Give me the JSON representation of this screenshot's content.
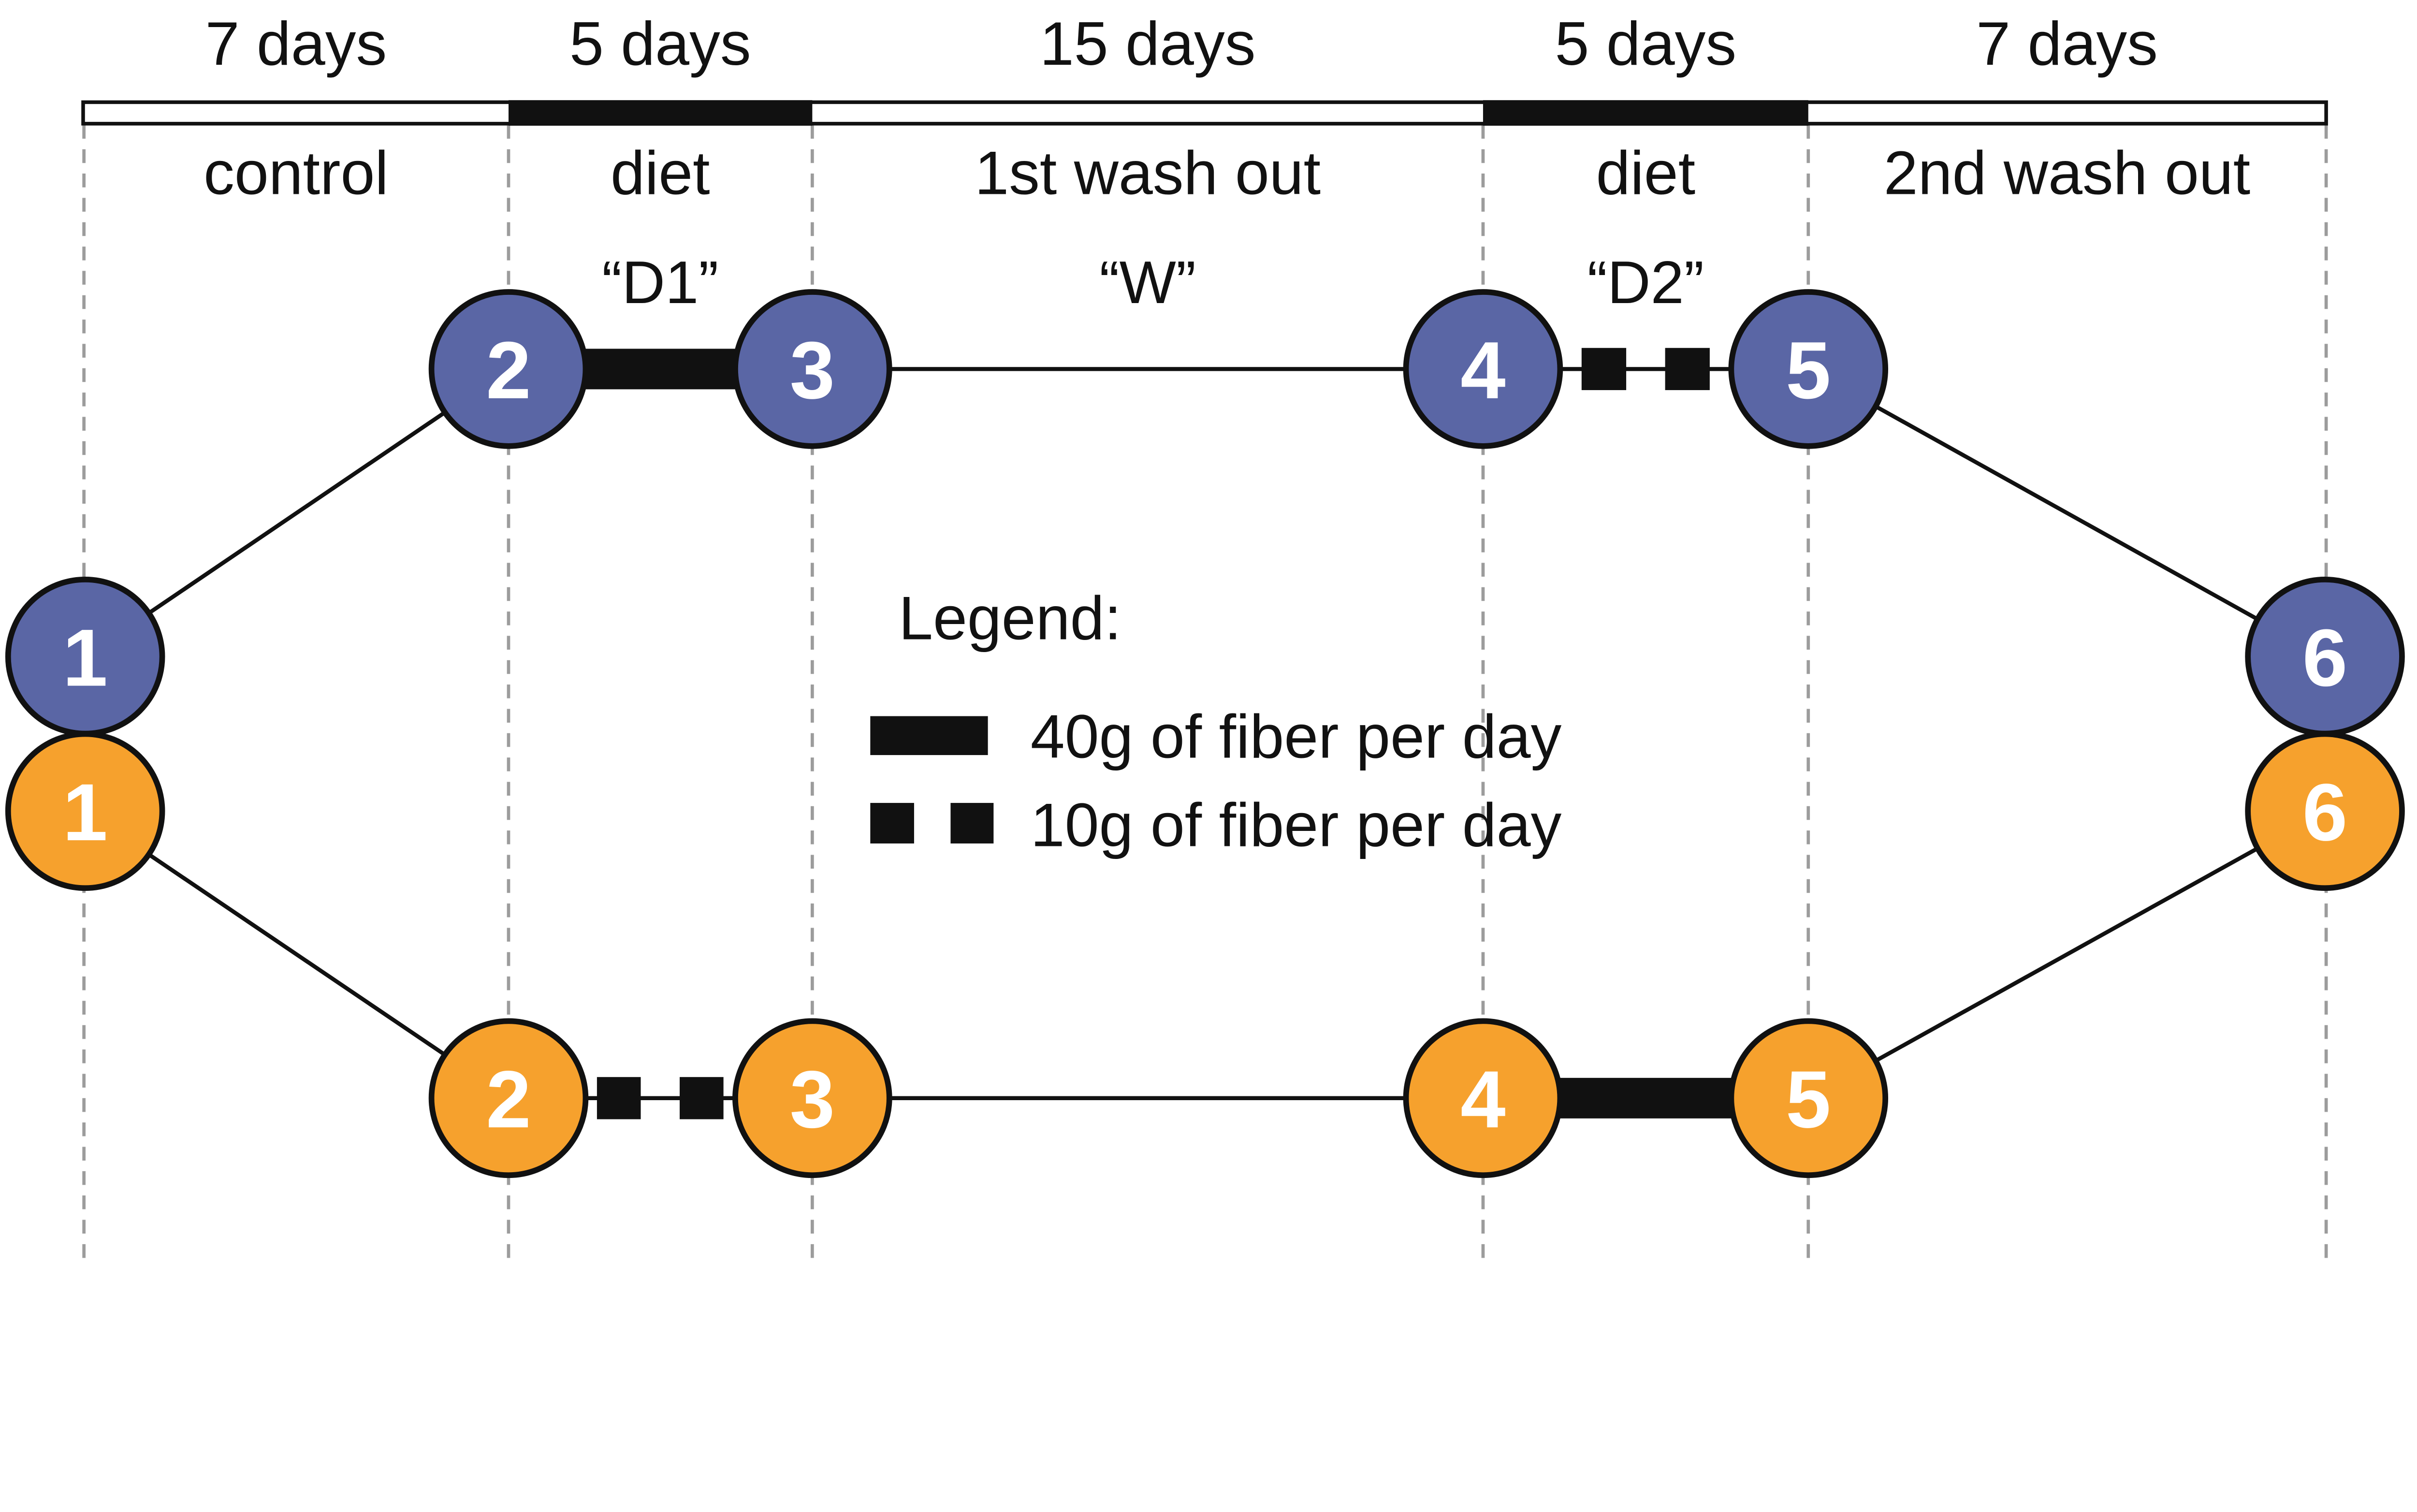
{
  "figure": {
    "kind": "crossover-study-design-diagram",
    "colors": {
      "blue_arm": "#5A66A5",
      "orange_arm": "#F6A12D",
      "black": "#111111",
      "dash_gray": "#9C9C9C"
    },
    "timeline": {
      "segments": [
        {
          "duration": "7 days",
          "phase": "control",
          "code": "",
          "style": "open"
        },
        {
          "duration": "5 days",
          "phase": "diet",
          "code": "“D1”",
          "style": "filled"
        },
        {
          "duration": "15 days",
          "phase": "1st wash out",
          "code": "“W”",
          "style": "open"
        },
        {
          "duration": "5 days",
          "phase": "diet",
          "code": "“D2”",
          "style": "filled"
        },
        {
          "duration": "7 days",
          "phase": "2nd wash out",
          "code": "",
          "style": "open"
        }
      ]
    },
    "arms": {
      "blue": {
        "color": "#5A66A5",
        "nodes": [
          "1",
          "2",
          "3",
          "4",
          "5",
          "6"
        ]
      },
      "orange": {
        "color": "#F6A12D",
        "nodes": [
          "1",
          "2",
          "3",
          "4",
          "5",
          "6"
        ]
      }
    },
    "legend": {
      "title": "Legend:",
      "items": [
        {
          "symbol": "thick-bar",
          "label": "40g of fiber per day"
        },
        {
          "symbol": "two-squares",
          "label": "10g of fiber per day"
        }
      ]
    }
  }
}
